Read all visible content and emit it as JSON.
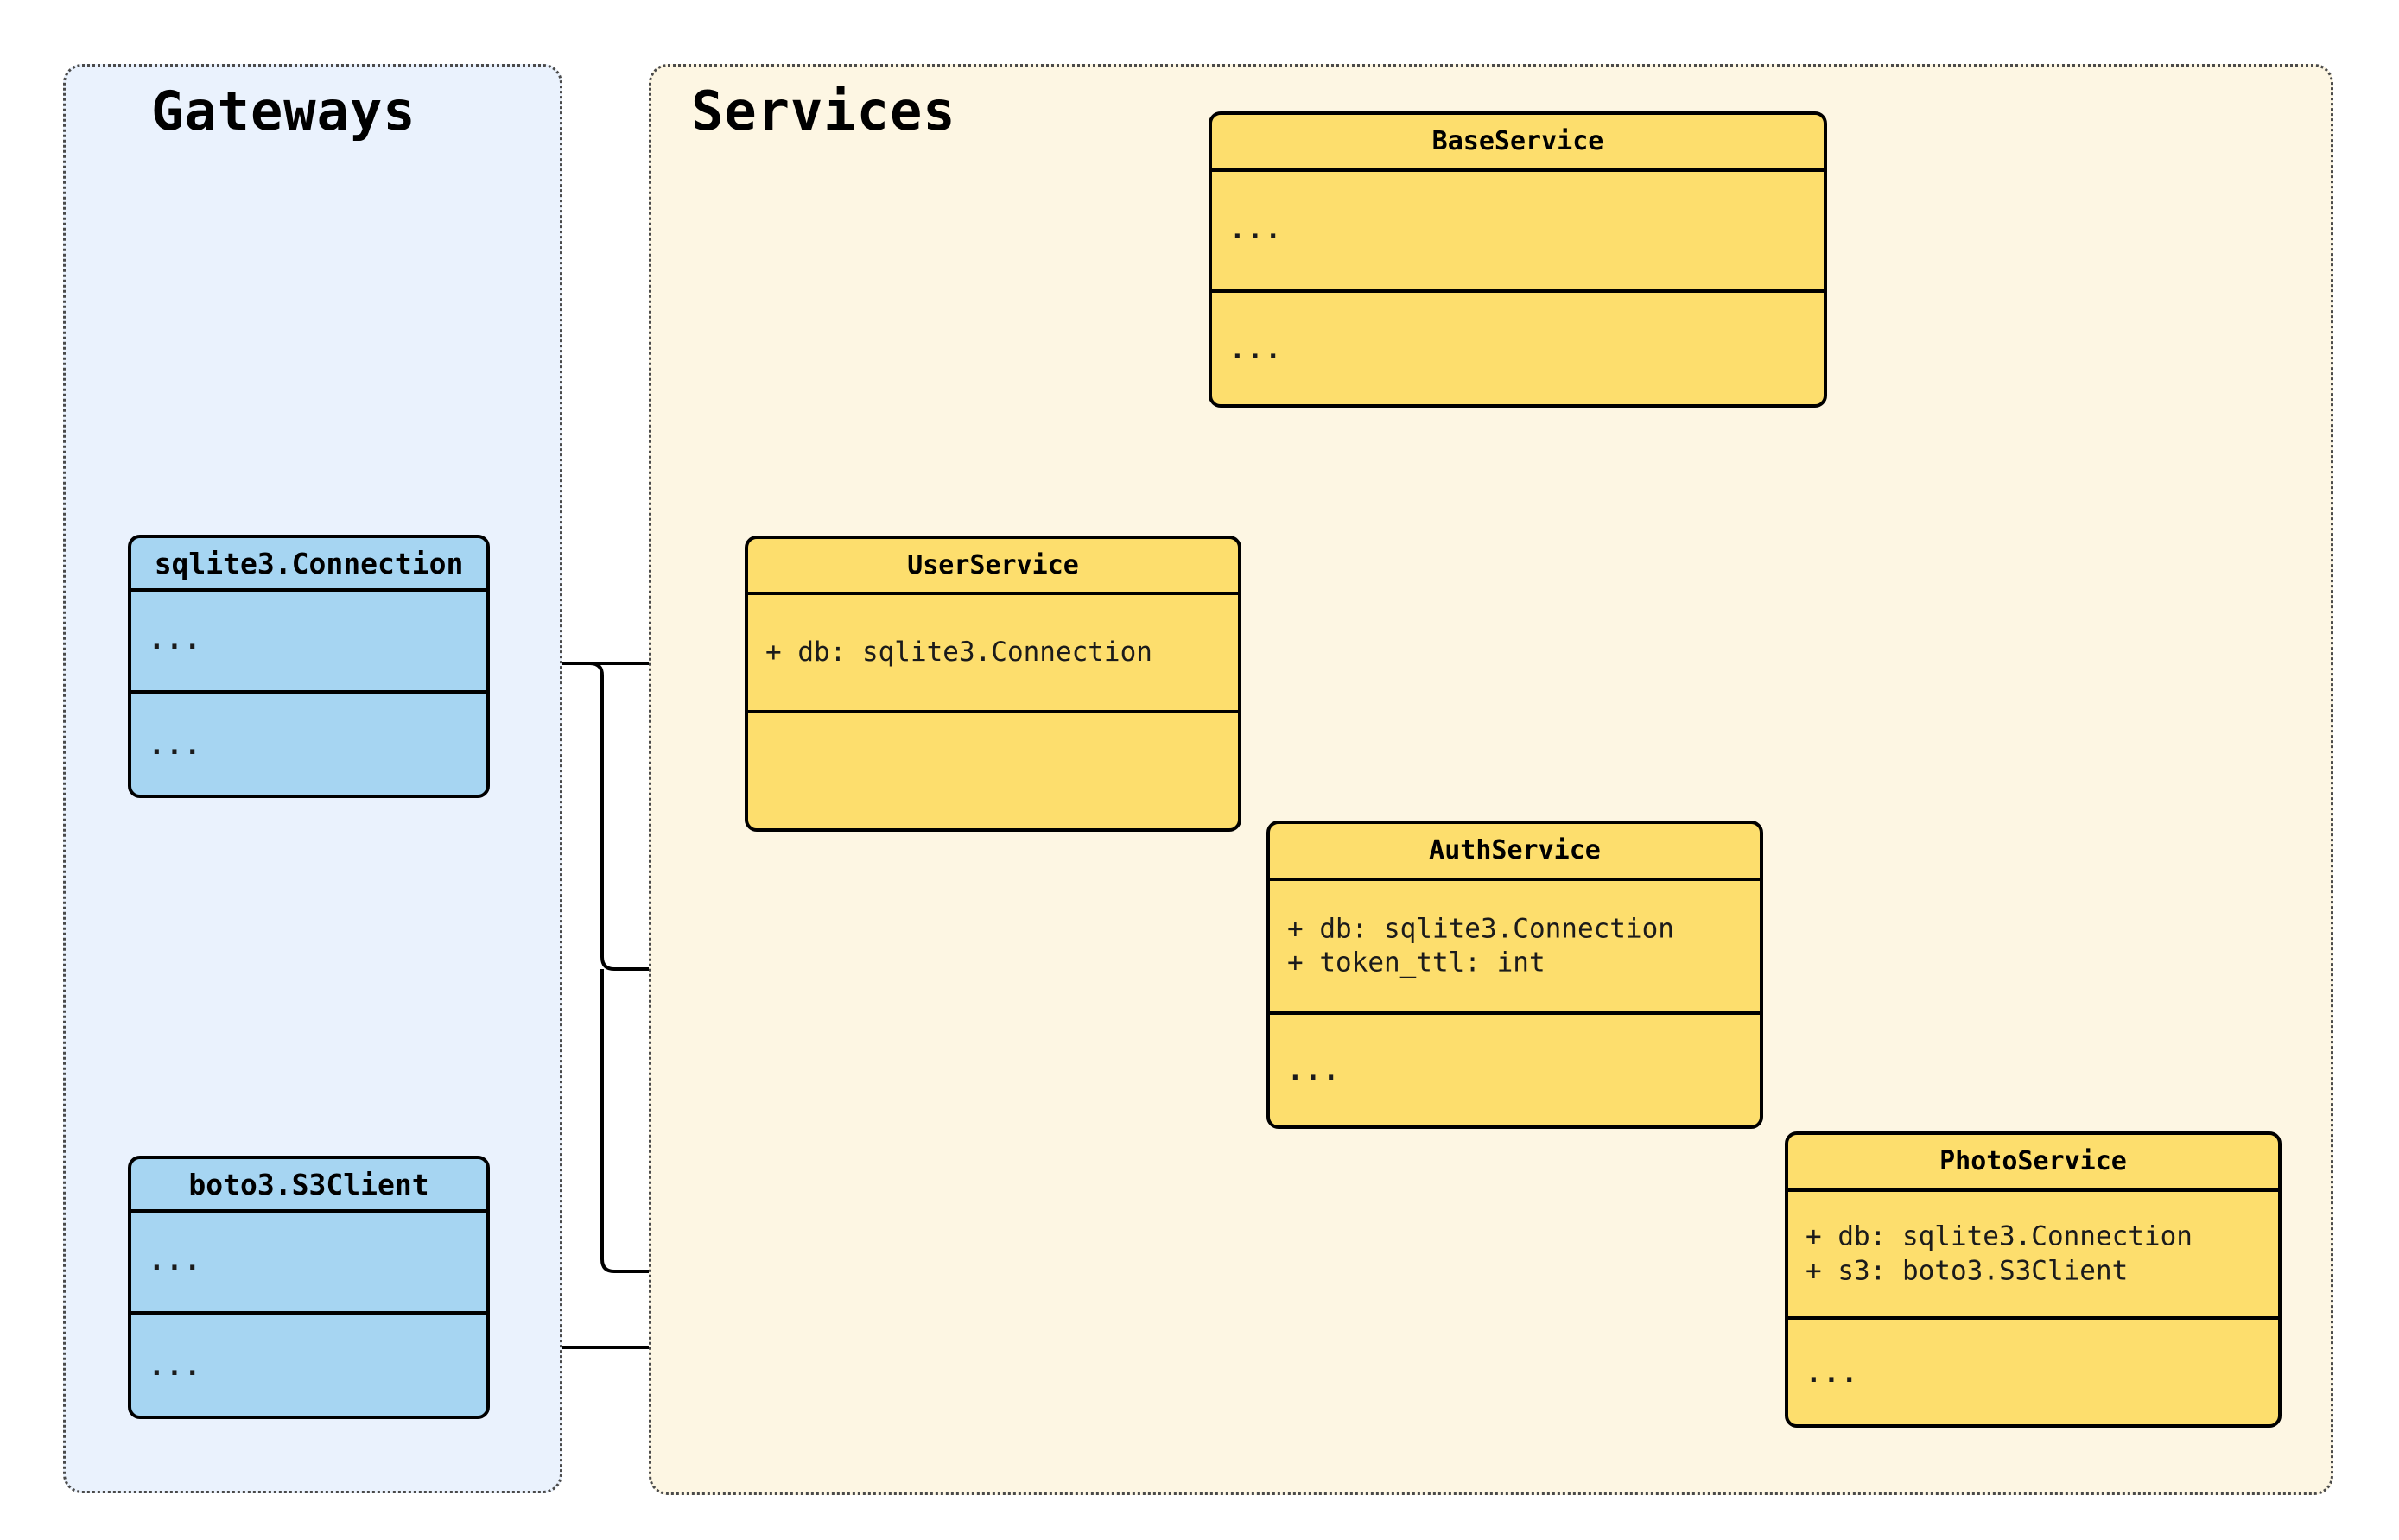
{
  "diagram": {
    "type": "uml-class-diagram",
    "title": "",
    "colors": {
      "gateway_panel_bg": "#eaf2fd",
      "service_panel_bg": "#fdf6e3",
      "gateway_class_fill": "#a6d5f2",
      "service_class_fill": "#fdde6d",
      "stroke": "#000000",
      "panel_border": "#4a4a4a"
    }
  },
  "panels": [
    {
      "id": "gateways",
      "label": "Gateways"
    },
    {
      "id": "services",
      "label": "Services"
    }
  ],
  "classes": {
    "base_service": {
      "name": "BaseService",
      "attributes": "...",
      "methods": "..."
    },
    "user_service": {
      "name": "UserService",
      "attributes": "+ db: sqlite3.Connection",
      "methods": ""
    },
    "auth_service": {
      "name": "AuthService",
      "attributes": "+ db: sqlite3.Connection\n+ token_ttl: int",
      "methods": "..."
    },
    "photo_service": {
      "name": "PhotoService",
      "attributes": "+ db: sqlite3.Connection\n+ s3: boto3.S3Client",
      "methods": "..."
    },
    "sqlite_connection": {
      "name": "sqlite3.Connection",
      "attributes": "...",
      "methods": "..."
    },
    "s3_client": {
      "name": "boto3.S3Client",
      "attributes": "...",
      "methods": "..."
    }
  },
  "relationships": [
    {
      "kind": "generalization",
      "from": "UserService",
      "to": "BaseService"
    },
    {
      "kind": "generalization",
      "from": "AuthService",
      "to": "BaseService"
    },
    {
      "kind": "generalization",
      "from": "PhotoService",
      "to": "BaseService"
    },
    {
      "kind": "aggregation",
      "from": "sqlite3.Connection",
      "to": "UserService"
    },
    {
      "kind": "aggregation",
      "from": "sqlite3.Connection",
      "to": "AuthService"
    },
    {
      "kind": "aggregation",
      "from": "sqlite3.Connection",
      "to": "PhotoService"
    },
    {
      "kind": "aggregation",
      "from": "boto3.S3Client",
      "to": "PhotoService"
    }
  ]
}
